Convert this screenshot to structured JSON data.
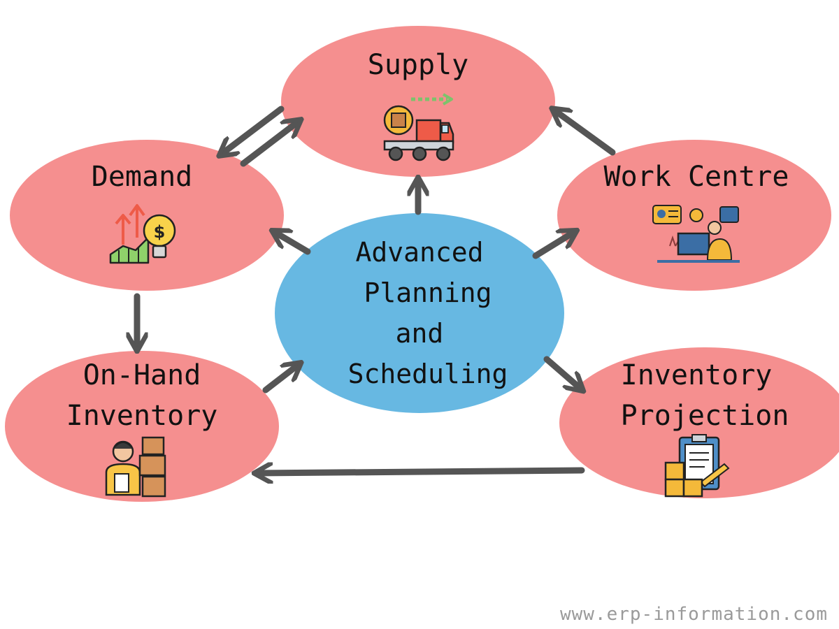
{
  "colors": {
    "node_fill": "#f58f8f",
    "center_fill": "#67b8e2",
    "arrow": "#555555",
    "text": "#111111",
    "watermark": "#9a9a9a"
  },
  "center": {
    "lines": [
      "Advanced",
      "Planning",
      "and",
      "Scheduling"
    ]
  },
  "nodes": {
    "supply": {
      "lines": [
        "Supply"
      ],
      "icon": "delivery-truck-icon"
    },
    "demand": {
      "lines": [
        "Demand"
      ],
      "icon": "growth-chart-money-icon"
    },
    "work_centre": {
      "lines": [
        "Work Centre"
      ],
      "icon": "customer-support-desk-icon"
    },
    "onhand": {
      "lines": [
        "On-Hand",
        "Inventory"
      ],
      "icon": "warehouse-worker-boxes-icon"
    },
    "projection": {
      "lines": [
        "Inventory",
        "Projection"
      ],
      "icon": "clipboard-boxes-icon"
    }
  },
  "watermark": "www.erp-information.com"
}
